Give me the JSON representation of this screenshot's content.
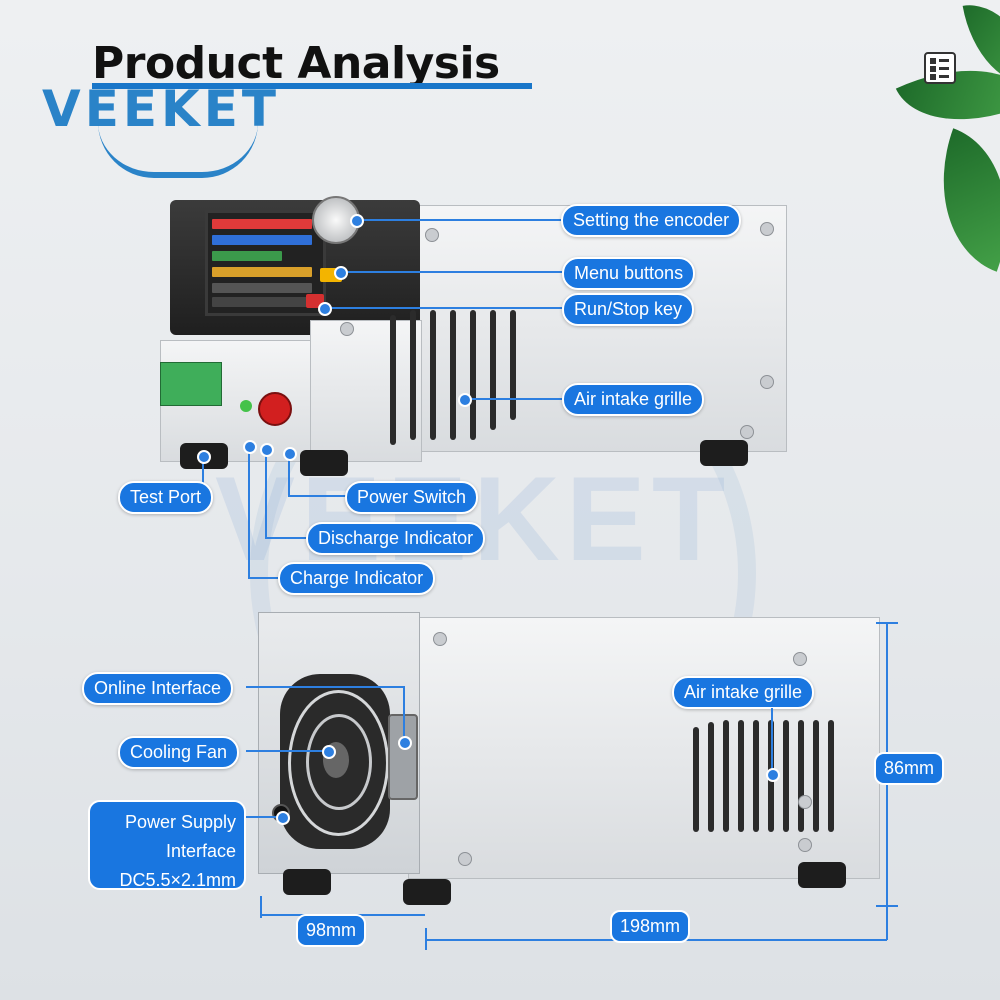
{
  "header": {
    "title": "Product Analysis",
    "brand": "VEEKET",
    "watermark": "VEEKET"
  },
  "front_labels": {
    "encoder": "Setting the encoder",
    "menu": "Menu buttons",
    "run_stop": "Run/Stop key",
    "air_intake": "Air intake grille",
    "test_port": "Test Port",
    "power_switch": "Power Switch",
    "discharge": "Discharge Indicator",
    "charge": "Charge Indicator"
  },
  "rear_labels": {
    "online": "Online Interface",
    "fan": "Cooling Fan",
    "air_intake": "Air intake grille",
    "psu_line1": "Power Supply",
    "psu_line2": "Interface",
    "psu_line3": "DC5.5×2.1mm"
  },
  "dimensions": {
    "height": "86mm",
    "width": "98mm",
    "depth": "198mm"
  },
  "colors": {
    "accent": "#1976e0",
    "brand": "#2a83c8"
  },
  "icons": [
    "menu-grid-icon",
    "leaf-decoration"
  ]
}
